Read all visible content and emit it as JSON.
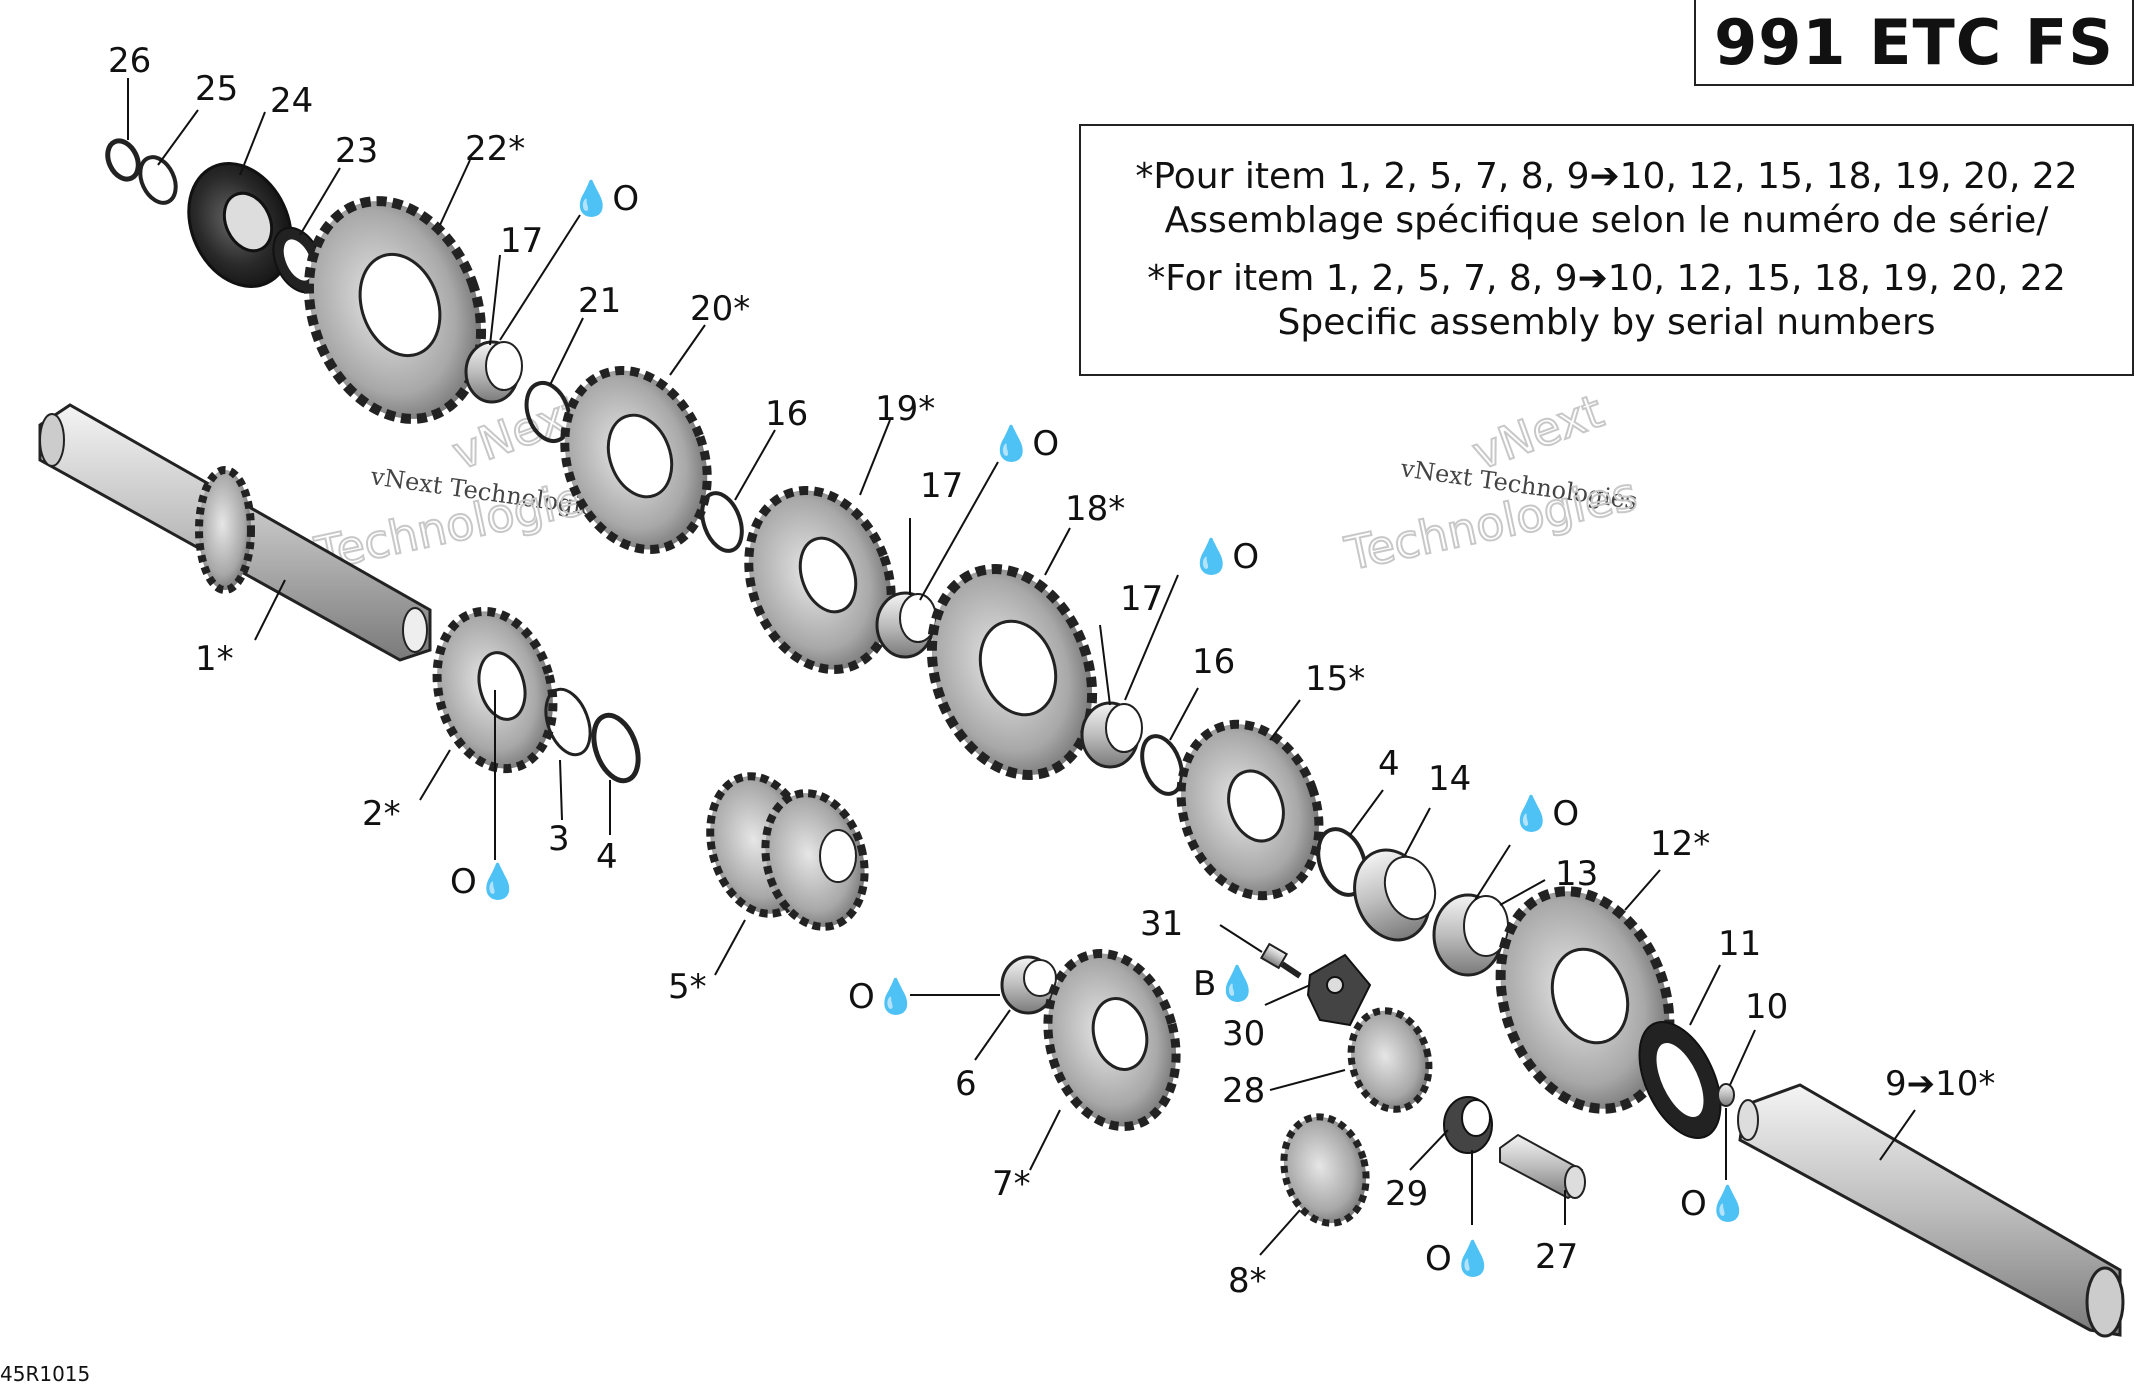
{
  "header": {
    "model": "991 ETC FS"
  },
  "note": {
    "line1": "*Pour item 1, 2, 5, 7, 8, 9➔10, 12, 15, 18, 19, 20, 22",
    "line2": "Assemblage spécifique selon le numéro de série/",
    "line3": "*For item 1, 2, 5, 7, 8, 9➔10, 12, 15, 18, 19, 20, 22",
    "line4": "Specific assembly by serial numbers"
  },
  "watermarks": {
    "small": "vNext Technologies",
    "big_1": "vNext",
    "big_2": "Technologies"
  },
  "drawing_code": "45R1015",
  "labels": {
    "l26": "26",
    "l25": "25",
    "l24": "24",
    "l23": "23",
    "l22": "22*",
    "l17a": "17",
    "l21": "21",
    "l20": "20*",
    "l16a": "16",
    "l19": "19*",
    "l17b": "17",
    "l18": "18*",
    "l17c": "17",
    "l16b": "16",
    "l15": "15*",
    "l4a": "4",
    "l14": "14",
    "l13": "13",
    "l12": "12*",
    "l11": "11",
    "l10": "10",
    "l9": "9➔10*",
    "l1": "1*",
    "l2": "2*",
    "l3": "3",
    "l4b": "4",
    "l5": "5*",
    "l6": "6",
    "l7": "7*",
    "l8": "8*",
    "l31": "31",
    "l30": "30",
    "l28": "28",
    "l29": "29",
    "l27": "27",
    "oil_a": "💧O",
    "oil_b": "💧O",
    "oil_c": "💧O",
    "oil_d": "💧O",
    "oil_e": "O💧",
    "oil_f": "O💧",
    "oil_g": "O💧",
    "oil_h": "O💧",
    "grease": "B💧"
  }
}
